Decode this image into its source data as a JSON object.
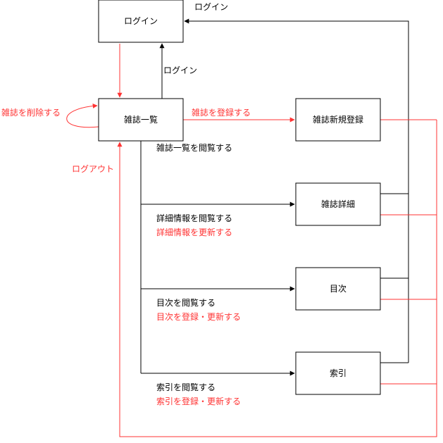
{
  "colors": {
    "black": "#000000",
    "red": "#ff3333"
  },
  "nodes": {
    "login": "ログイン",
    "magazine_list": "雑誌一覧",
    "magazine_register": "雑誌新規登録",
    "magazine_detail": "雑誌詳細",
    "toc": "目次",
    "index": "索引"
  },
  "edges": {
    "top_login": "ログイン",
    "list_to_login": "ログイン",
    "delete_magazine": "雑誌を削除する",
    "register_magazine": "雑誌を登録する",
    "view_list": "雑誌一覧を閲覧する",
    "logout": "ログアウト",
    "view_detail": "詳細情報を閲覧する",
    "update_detail": "詳細情報を更新する",
    "view_toc": "目次を閲覧する",
    "update_toc": "目次を登録・更新する",
    "view_index": "索引を閲覧する",
    "update_index": "索引を登録・更新する"
  }
}
